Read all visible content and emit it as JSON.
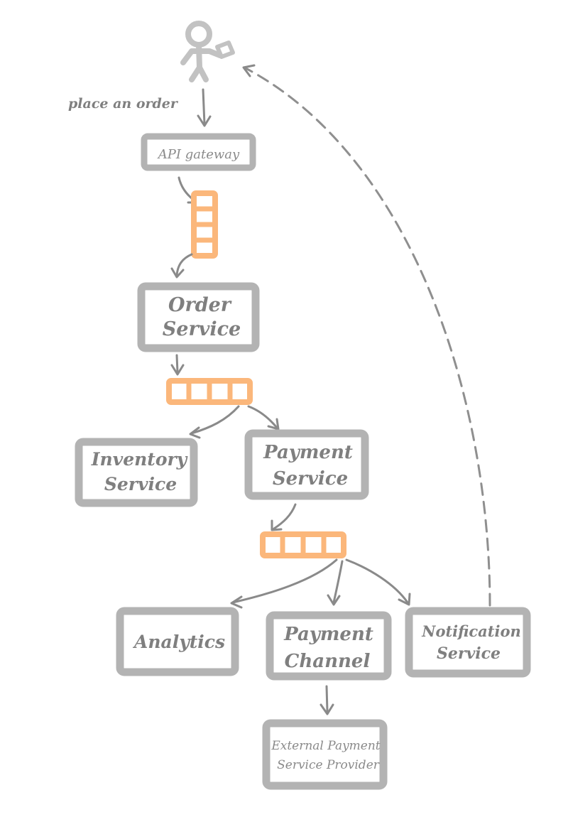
{
  "actor": {
    "action_label": "place an order"
  },
  "nodes": {
    "api_gateway": "API gateway",
    "order_service": [
      "Order",
      "Service"
    ],
    "inventory_service": [
      "Inventory",
      "Service"
    ],
    "payment_service": [
      "Payment",
      "Service"
    ],
    "analytics": "Analytics",
    "payment_channel": [
      "Payment",
      "Channel"
    ],
    "notification_service": [
      "Notification",
      "Service"
    ],
    "external_provider": [
      "External Payment",
      "Service Provider"
    ]
  },
  "colors": {
    "box_border": "#b3b3b3",
    "text": "#7f7f7f",
    "queue": "#fbb77b",
    "arrow": "#8a8a8a",
    "actor": "#c2c2c2"
  }
}
